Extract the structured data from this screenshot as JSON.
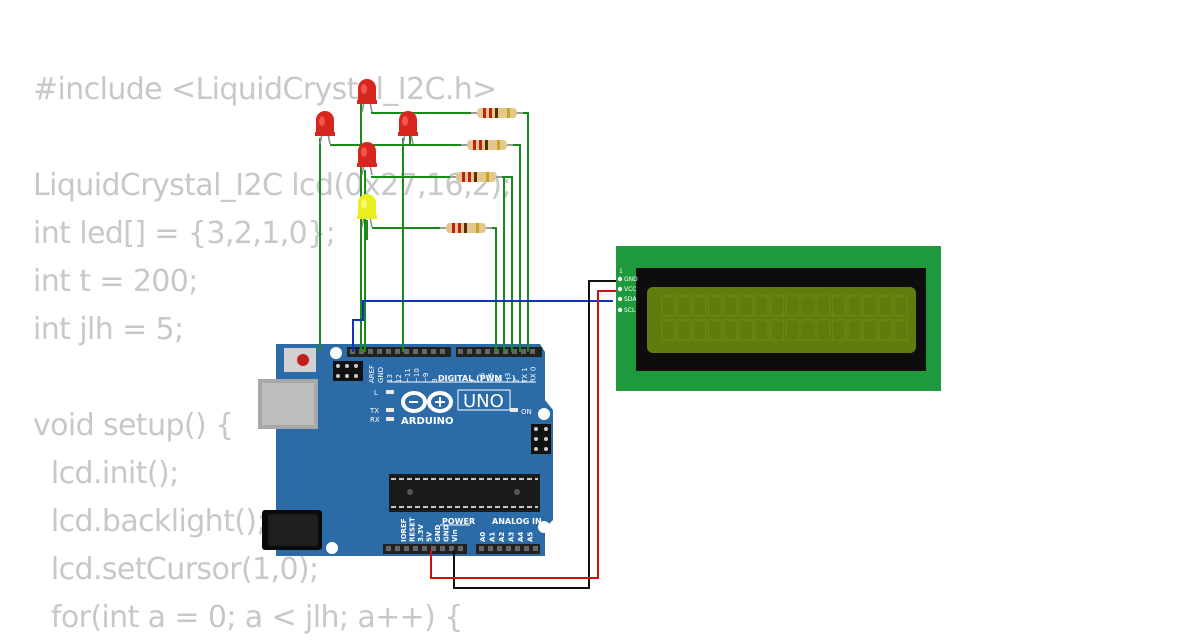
{
  "code_lines": [
    "#include <LiquidCrystal_I2C.h>",
    "",
    "LiquidCrystal_I2C lcd(0x27,16,2);",
    "int led[] = {3,2,1,0};",
    "int t = 200;",
    "int jlh = 5;",
    "",
    "void setup() {",
    "  lcd.init();",
    "  lcd.backlight();",
    "  lcd.setCursor(1,0);",
    "  for(int a = 0; a < jlh; a++) {"
  ],
  "arduino": {
    "brand": "ARDUINO",
    "model": "UNO",
    "digital_label": "DIGITAL (PWM ~)",
    "power_label": "POWER",
    "analog_label": "ANALOG IN",
    "led_l": "L",
    "led_tx": "TX",
    "led_rx": "RX",
    "led_on": "ON",
    "header_top_left": [
      "AREF",
      "GND",
      "13",
      "12",
      "~11",
      "~10",
      "~9",
      "8"
    ],
    "header_top_right": [
      "7",
      "~6",
      "~5",
      "4",
      "~3",
      "2",
      "TX 1",
      "RX 0"
    ],
    "power_pins": [
      "IOREF",
      "RESET",
      "3.3V",
      "5V",
      "GND",
      "GND",
      "Vin"
    ],
    "analog_pins": [
      "A0",
      "A1",
      "A2",
      "A3",
      "A4",
      "A5"
    ]
  },
  "lcd": {
    "pins": [
      "GND",
      "VCC",
      "SDA",
      "SCL"
    ],
    "pin_marker": "1",
    "colors": {
      "board": "#1e9a3c",
      "frame": "#0d0d0d",
      "screen": "#5f7d0c"
    }
  },
  "leds": [
    {
      "color": "red"
    },
    {
      "color": "red"
    },
    {
      "color": "red"
    },
    {
      "color": "red"
    },
    {
      "color": "yellow"
    }
  ],
  "colors": {
    "board": "#2a6ba8",
    "wire_green": "#1a8a1a",
    "wire_blue": "#1030c0",
    "wire_red": "#d01010",
    "wire_black": "#111111",
    "code_text": "#c8c8c8"
  }
}
